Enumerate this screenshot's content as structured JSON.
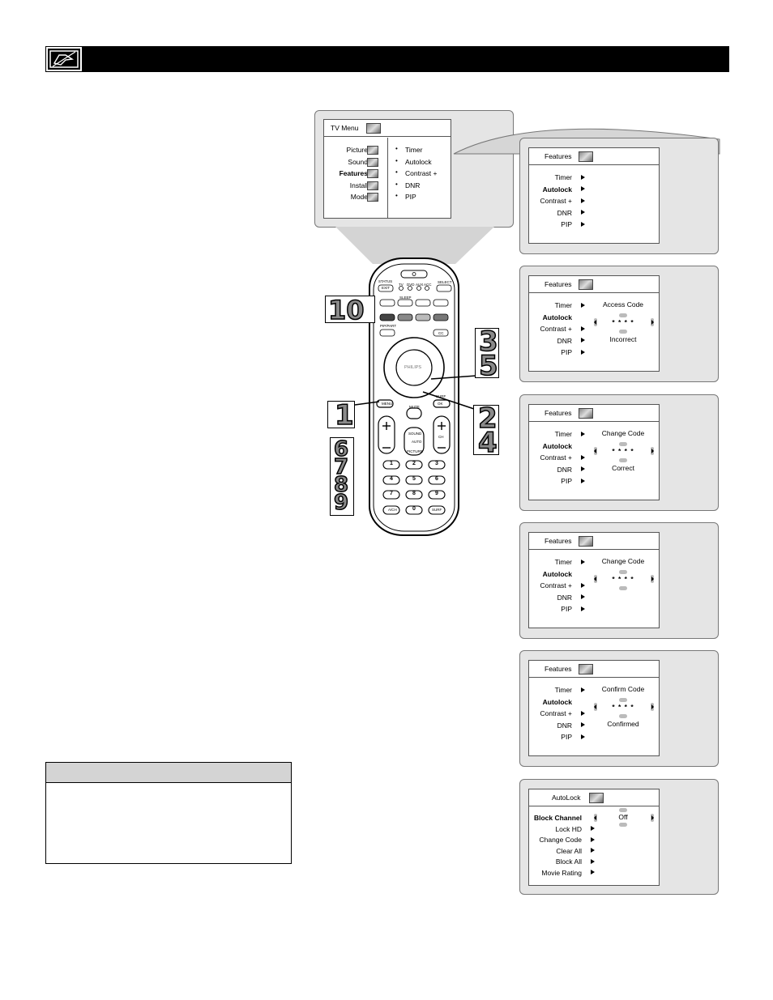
{
  "tv_menu": {
    "title": "TV Menu",
    "left_items": [
      "Picture",
      "Sound",
      "Features",
      "Install",
      "Mode"
    ],
    "right_items": [
      "Timer",
      "Autolock",
      "Contrast +",
      "DNR",
      "PIP"
    ]
  },
  "screens": [
    {
      "title": "Features",
      "items": [
        "Timer",
        "Autolock",
        "Contrast +",
        "DNR",
        "PIP"
      ],
      "bold": 1,
      "right_title": "",
      "code": "",
      "status": ""
    },
    {
      "title": "Features",
      "items": [
        "Timer",
        "Autolock",
        "Contrast +",
        "DNR",
        "PIP"
      ],
      "bold": 1,
      "right_title": "Access Code",
      "code": "* * * *",
      "status": "Incorrect"
    },
    {
      "title": "Features",
      "items": [
        "Timer",
        "Autolock",
        "Contrast +",
        "DNR",
        "PIP"
      ],
      "bold": 1,
      "right_title": "Change Code",
      "code": "* * * *",
      "status": "Correct"
    },
    {
      "title": "Features",
      "items": [
        "Timer",
        "Autolock",
        "Contrast +",
        "DNR",
        "PIP"
      ],
      "bold": 1,
      "right_title": "Change Code",
      "code": "* * * *",
      "status": ""
    },
    {
      "title": "Features",
      "items": [
        "Timer",
        "Autolock",
        "Contrast +",
        "DNR",
        "PIP"
      ],
      "bold": 1,
      "right_title": "Confirm Code",
      "code": "* * * *",
      "status": "Confirmed"
    }
  ],
  "autolock_screen": {
    "title": "AutoLock",
    "items": [
      "Block Channel",
      "Lock HD",
      "Change Code",
      "Clear All",
      "Block All",
      "Movie Rating"
    ],
    "value": "Off"
  },
  "step_numbers": {
    "s10": "10",
    "s35": "3\n5",
    "s1": "1",
    "s24": "2\n4",
    "s6789": "6\n7\n8\n9"
  },
  "remote": {
    "brand": "PHILIPS",
    "labels": {
      "status": "STATUS",
      "exit": "EXIT",
      "tv": "TV",
      "dvd": "DVD",
      "aux": "AUX",
      "acc": "ACC",
      "select": "SELECT",
      "sleep": "SLEEP",
      "pip_part": "PIP/PART",
      "cc": "CC",
      "menu": "MENU",
      "mute": "MUTE",
      "ok": "OK",
      "surf": "SURF",
      "sound": "SOUND",
      "auto": "AUTO",
      "picture": "PICTURE",
      "ch": "CH",
      "a_ch": "A/CH",
      "surf2": "SURF"
    },
    "keypad": [
      "1",
      "2",
      "3",
      "4",
      "5",
      "6",
      "7",
      "8",
      "9",
      "0"
    ]
  }
}
